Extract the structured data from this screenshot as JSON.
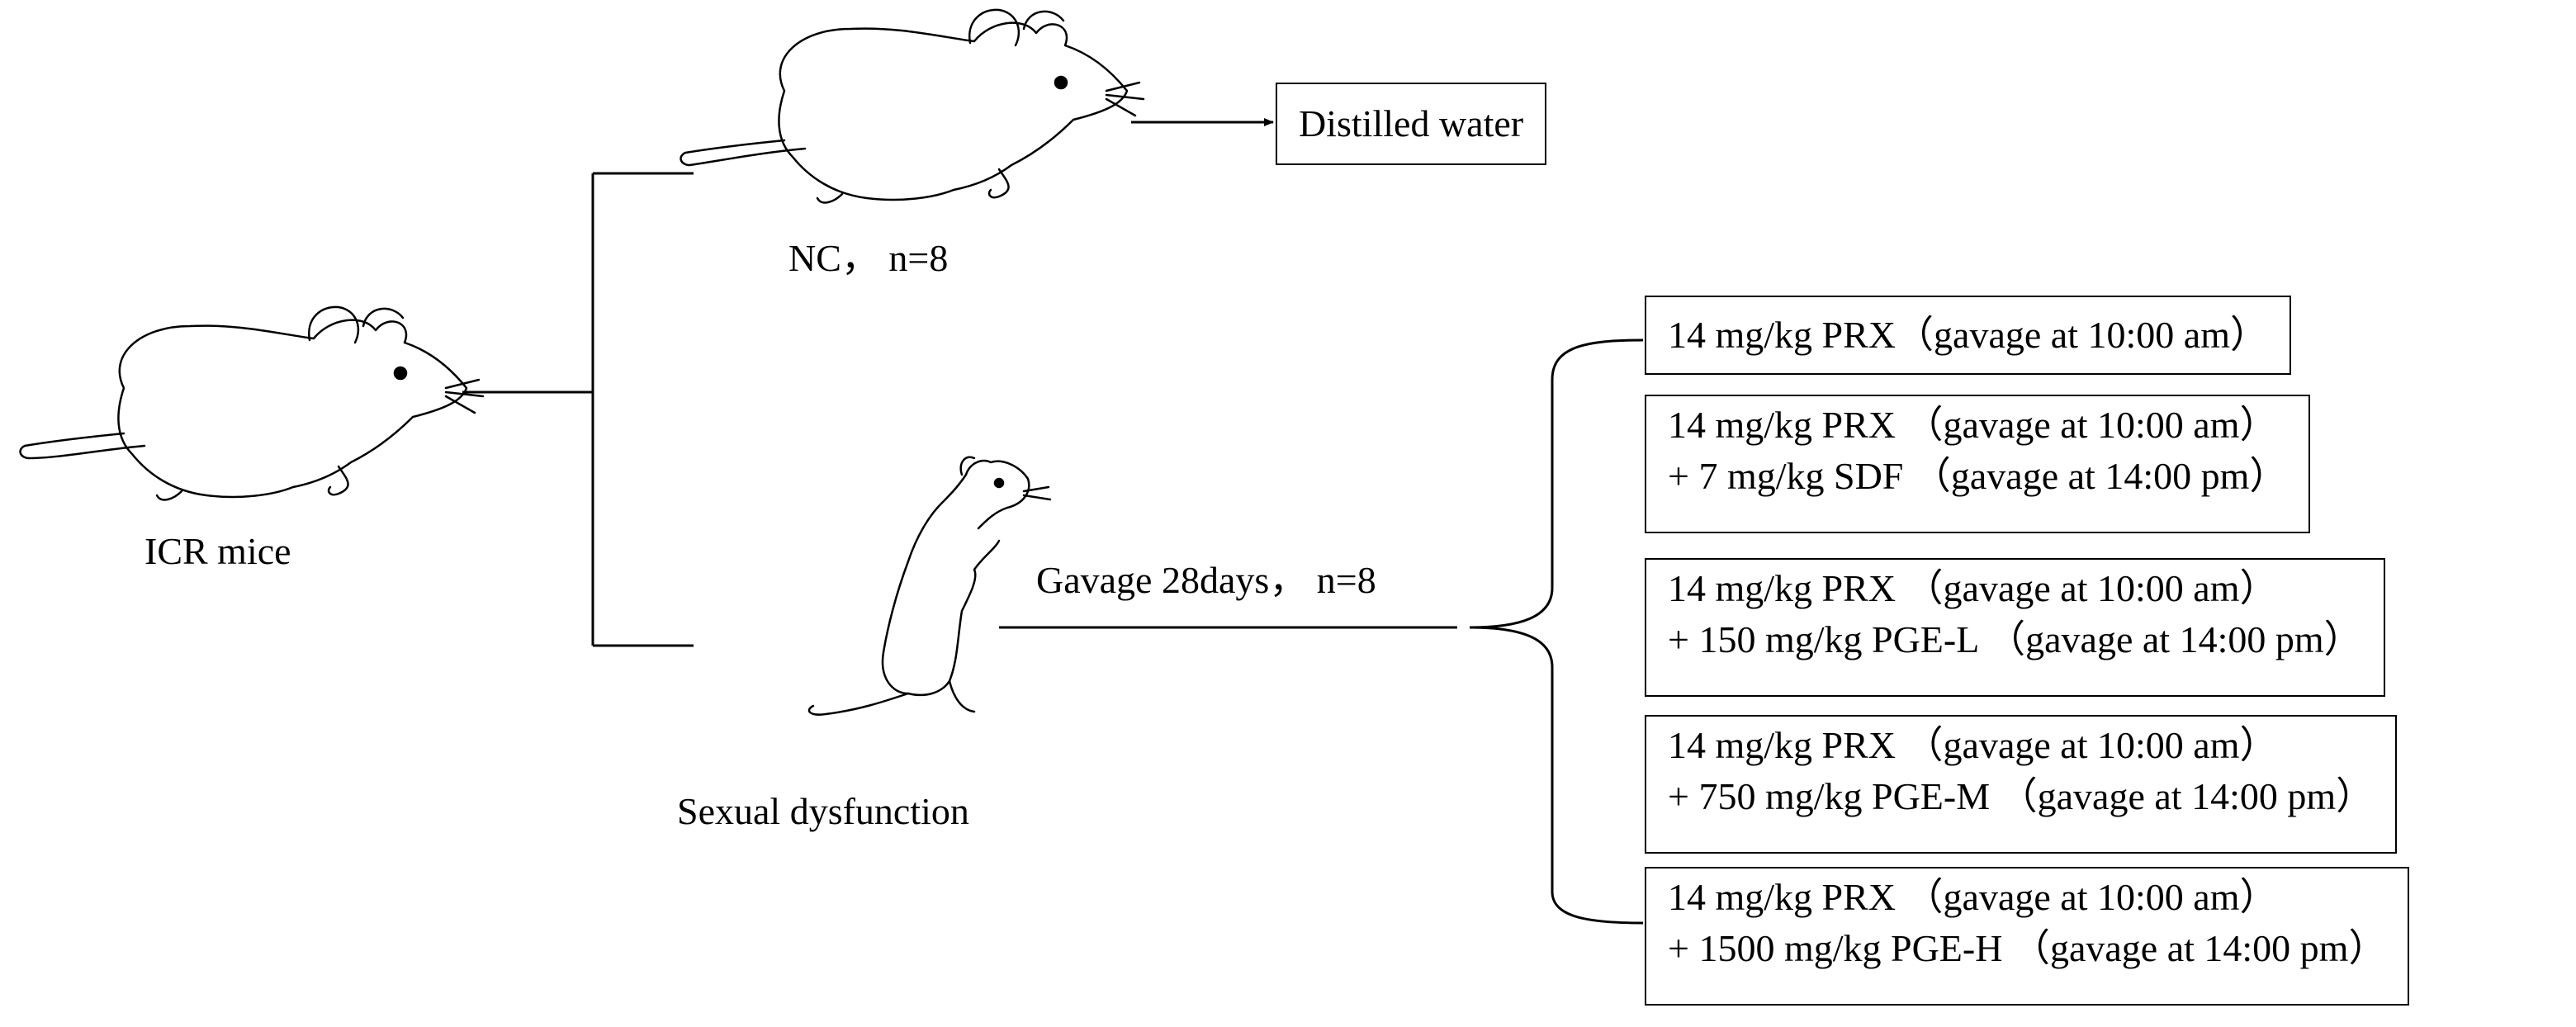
{
  "subjects": {
    "start_label": "ICR mice",
    "control_label": "NC， n=8",
    "model_label": "Sexual dysfunction",
    "gavage_label": "Gavage 28days， n=8"
  },
  "control_outcome": {
    "label": "Distilled water"
  },
  "treatments": [
    {
      "line1": "14 mg/kg PRX（gavage at 10:00 am）",
      "line2": ""
    },
    {
      "line1": "14 mg/kg PRX （gavage at 10:00 am）",
      "line2": "+ 7 mg/kg SDF （gavage at 14:00 pm）"
    },
    {
      "line1": "14 mg/kg PRX （gavage at 10:00 am）",
      "line2": " + 150 mg/kg PGE-L （gavage at 14:00 pm）"
    },
    {
      "line1": "14 mg/kg PRX （gavage at 10:00 am）",
      "line2": " + 750 mg/kg PGE-M （gavage at 14:00 pm）"
    },
    {
      "line1": "14 mg/kg PRX （gavage at 10:00 am）",
      "line2": " + 1500 mg/kg PGE-H （gavage at 14:00 pm）"
    }
  ],
  "icons": {
    "start_animal": "mouse-icon",
    "control_animal": "mouse-icon",
    "model_animal": "standing-mouse-icon"
  }
}
